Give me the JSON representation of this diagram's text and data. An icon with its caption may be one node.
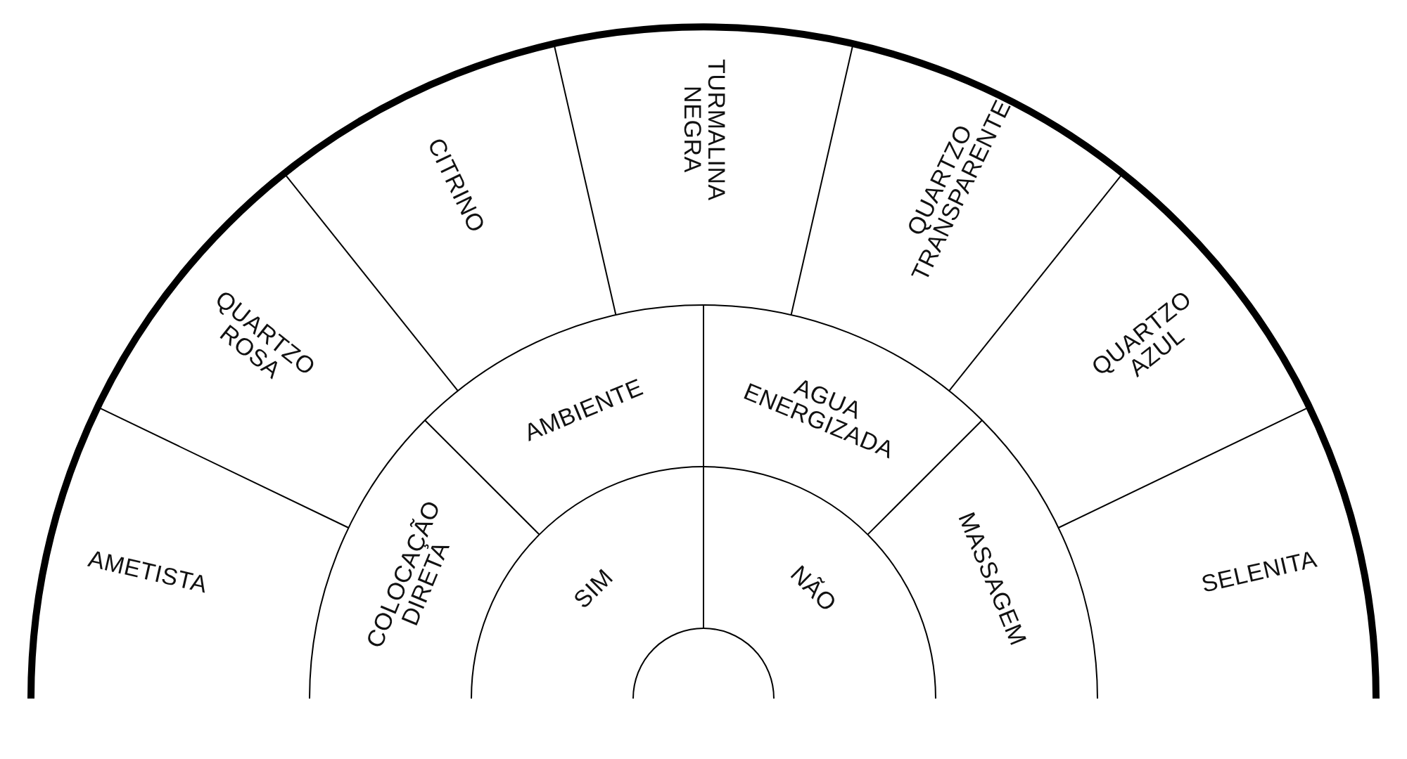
{
  "diagram": {
    "nodes": [
      {
        "text": [
          "AMETISTA"
        ]
      },
      {
        "text": [
          "QUARTZO ROSA"
        ]
      },
      {
        "text": [
          "CITRINO"
        ]
      },
      {
        "text": [
          "TURMALINA NEGRA"
        ]
      },
      {
        "text": [
          "QUARTZO TRANSPARENTE"
        ]
      },
      {
        "text": [
          "QUARTZO AZUL"
        ]
      },
      {
        "text": [
          "SELENITA"
        ]
      },
      {
        "text": [
          "COLOCAÇÃO DIRETA"
        ]
      },
      {
        "text": [
          "AMBIENTE"
        ]
      },
      {
        "text": [
          "AGUA ENERGIZADA"
        ]
      },
      {
        "text": [
          "MASSAGEM"
        ]
      },
      {
        "text": [
          "SIM"
        ]
      },
      {
        "text": [
          "NÃO"
        ]
      }
    ]
  }
}
